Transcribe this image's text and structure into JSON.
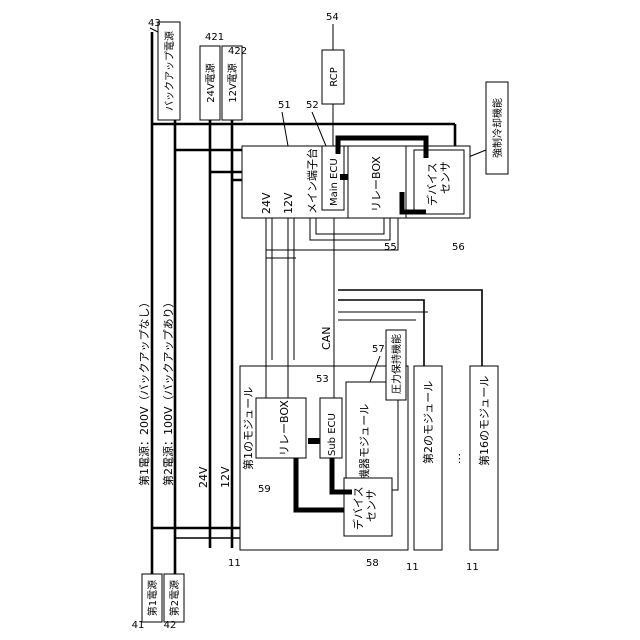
{
  "refs": {
    "r41": "41",
    "r42": "42",
    "r43": "43",
    "r421": "421",
    "r422": "422",
    "r51": "51",
    "r52": "52",
    "r53": "53",
    "r54": "54",
    "r55": "55",
    "r56": "56",
    "r57": "57",
    "r58": "58",
    "r59": "59",
    "r11a": "11",
    "r11b": "11",
    "r11c": "11"
  },
  "labels": {
    "power1": "第1電源",
    "power2": "第2電源",
    "legend1": "第1電源：200V（バックアップなし）",
    "legend2": "第2電源：100V（バックアップあり）",
    "backup": "バックアップ電源",
    "p24": "24V電源",
    "p12": "12V電源",
    "rcp": "RCP",
    "cooling": "強制冷却機能",
    "main_terminal": "メイン端子台",
    "v24_main": "24V",
    "v12_main": "12V",
    "main_ecu": "Main ECU",
    "relay_box_main": "リレーBOX",
    "device_sensor_main": "デバイス\nセンサ",
    "bus24": "24V",
    "bus12": "12V",
    "can": "CAN",
    "module1": "第1のモジュール",
    "relay_box_sub": "リレーBOX",
    "sub_ecu": "Sub ECU",
    "equipment_module": "機器モジュール",
    "pressure_hold": "圧力保持機能",
    "device_sensor_sub": "デバイス\nセンサ",
    "module2": "第2のモジュール",
    "module16": "第16のモジュール",
    "ellipsis": "⋮"
  }
}
